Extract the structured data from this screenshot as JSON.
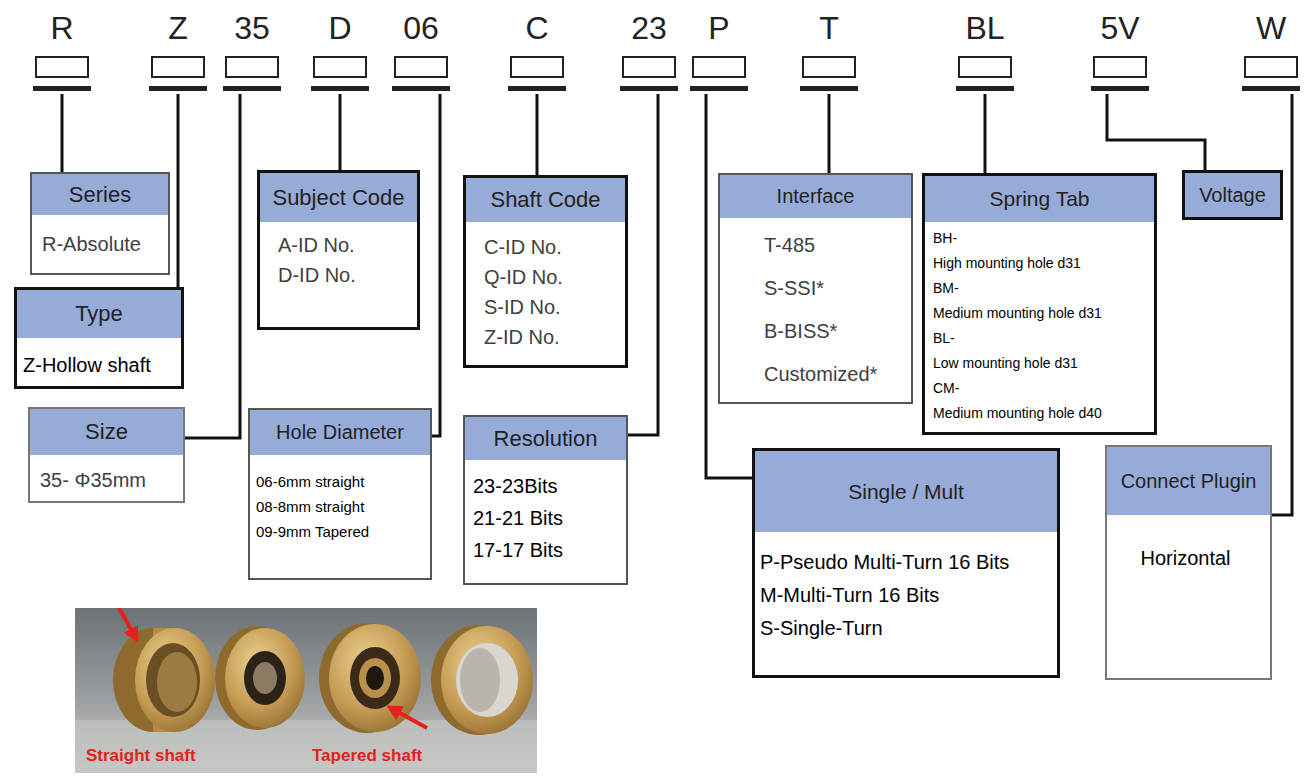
{
  "diagram": {
    "nodes": [
      {
        "text": [
          "R"
        ]
      },
      {
        "text": [
          "Z"
        ]
      },
      {
        "text": [
          "35"
        ]
      },
      {
        "text": [
          "D"
        ]
      },
      {
        "text": [
          "06"
        ]
      },
      {
        "text": [
          "C"
        ]
      },
      {
        "text": [
          "23"
        ]
      },
      {
        "text": [
          "P"
        ]
      },
      {
        "text": [
          "T"
        ]
      },
      {
        "text": [
          "BL"
        ]
      },
      {
        "text": [
          "5V"
        ]
      },
      {
        "text": [
          "W"
        ]
      },
      {
        "text": [
          "Series",
          "R-Absolute"
        ]
      },
      {
        "text": [
          "Type",
          "Z-Hollow shaft"
        ]
      },
      {
        "text": [
          "Size",
          "35- Φ35mm"
        ]
      },
      {
        "text": [
          "Subject Code",
          "A-ID No.",
          "D-ID No."
        ]
      },
      {
        "text": [
          "Hole Diameter",
          "06-6mm straight",
          "08-8mm straight",
          "09-9mm Tapered"
        ]
      },
      {
        "text": [
          "Shaft Code",
          "C-ID No.",
          "Q-ID No.",
          "S-ID No.",
          "Z-ID No."
        ]
      },
      {
        "text": [
          "Resolution",
          "23-23Bits",
          "21-21 Bits",
          "17-17 Bits"
        ]
      },
      {
        "text": [
          "Interface",
          "T-485",
          "S-SSI*",
          "B-BISS*",
          "Customized*"
        ]
      },
      {
        "text": [
          "Spring Tab",
          "BH-",
          "High mounting hole d31",
          "BM-",
          "Medium mounting hole d31",
          "BL-",
          "Low mounting hole d31",
          "CM-",
          "Medium mounting hole d40"
        ]
      },
      {
        "text": [
          "Voltage"
        ]
      },
      {
        "text": [
          "Single / Mult",
          "P-Pseudo Multi-Turn 16 Bits",
          "M-Multi-Turn 16 Bits",
          "S-Single-Turn"
        ]
      },
      {
        "text": [
          "Connect Plugin",
          "Horizontal"
        ]
      }
    ],
    "edges": [
      {
        "from": 0,
        "to": 12,
        "arrow": "none"
      },
      {
        "from": 1,
        "to": 13,
        "arrow": "none"
      },
      {
        "from": 2,
        "to": 14,
        "arrow": "none"
      },
      {
        "from": 3,
        "to": 15,
        "arrow": "none"
      },
      {
        "from": 4,
        "to": 16,
        "arrow": "none"
      },
      {
        "from": 5,
        "to": 17,
        "arrow": "none"
      },
      {
        "from": 6,
        "to": 18,
        "arrow": "none"
      },
      {
        "from": 7,
        "to": 22,
        "arrow": "none"
      },
      {
        "from": 8,
        "to": 19,
        "arrow": "none"
      },
      {
        "from": 9,
        "to": 20,
        "arrow": "none"
      },
      {
        "from": 10,
        "to": 21,
        "arrow": "none"
      },
      {
        "from": 11,
        "to": 23,
        "arrow": "none"
      }
    ],
    "labels": [
      "Straight shaft",
      "Tapered shaft"
    ]
  }
}
